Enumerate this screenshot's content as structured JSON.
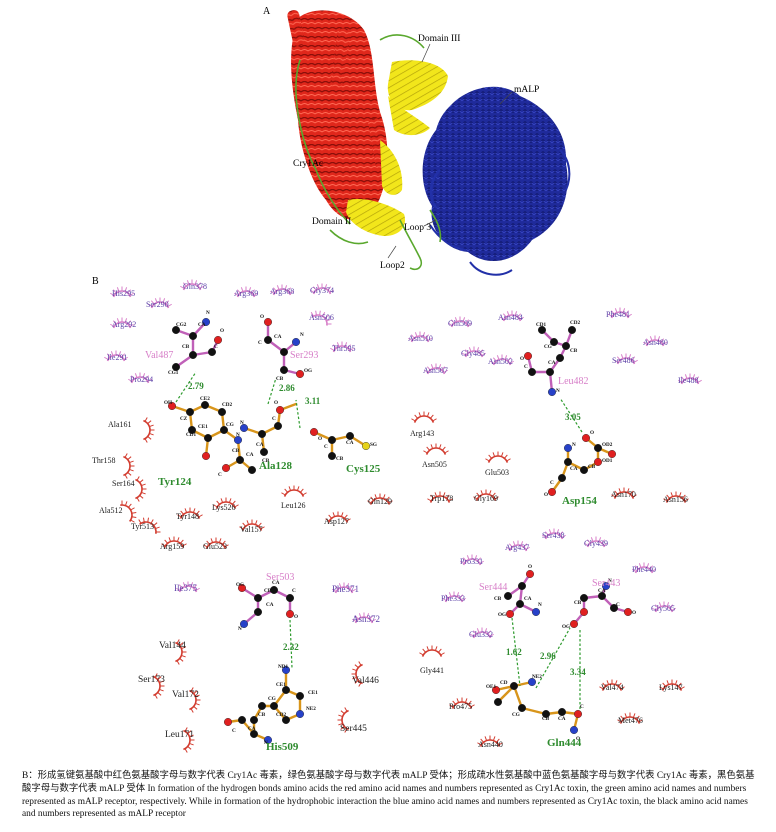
{
  "figure": {
    "panel_a": {
      "label": "A",
      "labels": [
        {
          "key": "domain3",
          "text": "Domain III"
        },
        {
          "key": "malp",
          "text": "mALP"
        },
        {
          "key": "cry1ac",
          "text": "Cry1Ac"
        },
        {
          "key": "domain2",
          "text": "Domain II"
        },
        {
          "key": "loop3",
          "text": "Loop 3"
        },
        {
          "key": "loop2",
          "text": "Loop2"
        }
      ]
    },
    "panel_b": {
      "label": "B",
      "subpanels": [
        {
          "id": "tl",
          "residues": [
            {
              "text": "His295",
              "color": "#5a3fa6"
            },
            {
              "text": "Gln378",
              "color": "#5a3fa6"
            },
            {
              "text": "Arg369",
              "color": "#5a3fa6"
            },
            {
              "text": "Arg368",
              "color": "#5a3fa6"
            },
            {
              "text": "Gly374",
              "color": "#5a3fa6"
            },
            {
              "text": "Ser290",
              "color": "#5a3fa6"
            },
            {
              "text": "Asn506",
              "color": "#5a3fa6"
            },
            {
              "text": "Arg292",
              "color": "#5a3fa6"
            },
            {
              "text": "Thr595",
              "color": "#5a3fa6"
            },
            {
              "text": "Ile291",
              "color": "#5a3fa6"
            },
            {
              "text": "Pro294",
              "color": "#5a3fa6"
            },
            {
              "text": "Val487",
              "color": "#d77fc8"
            },
            {
              "text": "Ser293",
              "color": "#d77fc8"
            },
            {
              "text": "Ala161",
              "color": "#222222"
            },
            {
              "text": "Thr158",
              "color": "#222222"
            },
            {
              "text": "Ser164",
              "color": "#222222"
            },
            {
              "text": "Ala512",
              "color": "#222222"
            },
            {
              "text": "Tyr513",
              "color": "#222222"
            },
            {
              "text": "Tyr148",
              "color": "#222222"
            },
            {
              "text": "Lys526",
              "color": "#222222"
            },
            {
              "text": "Arg159",
              "color": "#222222"
            },
            {
              "text": "Glu523",
              "color": "#222222"
            },
            {
              "text": "Val157",
              "color": "#222222"
            },
            {
              "text": "Leu126",
              "color": "#222222"
            },
            {
              "text": "Asp127",
              "color": "#222222"
            },
            {
              "text": "Gln129",
              "color": "#222222"
            },
            {
              "text": "Tyr124",
              "color": "#2e8b2e"
            },
            {
              "text": "Ala128",
              "color": "#2e8b2e"
            },
            {
              "text": "Cys125",
              "color": "#2e8b2e"
            }
          ],
          "distances": [
            "2.79",
            "2.86",
            "3.11"
          ]
        },
        {
          "id": "tr",
          "residues": [
            {
              "text": "Gln509",
              "color": "#5a3fa6"
            },
            {
              "text": "Asn484",
              "color": "#5a3fa6"
            },
            {
              "text": "Phe481",
              "color": "#5a3fa6"
            },
            {
              "text": "Asn510",
              "color": "#5a3fa6"
            },
            {
              "text": "Gly485",
              "color": "#5a3fa6"
            },
            {
              "text": "Asn480",
              "color": "#5a3fa6"
            },
            {
              "text": "Ser486",
              "color": "#5a3fa6"
            },
            {
              "text": "Asn507",
              "color": "#5a3fa6"
            },
            {
              "text": "Asn502",
              "color": "#5a3fa6"
            },
            {
              "text": "Ile488",
              "color": "#5a3fa6"
            },
            {
              "text": "Leu482",
              "color": "#d77fc8"
            },
            {
              "text": "Arg143",
              "color": "#222222"
            },
            {
              "text": "Asn505",
              "color": "#222222"
            },
            {
              "text": "Glu503",
              "color": "#222222"
            },
            {
              "text": "Trp178",
              "color": "#222222"
            },
            {
              "text": "Gly169",
              "color": "#222222"
            },
            {
              "text": "Asn170",
              "color": "#222222"
            },
            {
              "text": "Asn156",
              "color": "#222222"
            },
            {
              "text": "Asp154",
              "color": "#2e8b2e"
            }
          ],
          "distances": [
            "3.05"
          ]
        },
        {
          "id": "bl",
          "residues": [
            {
              "text": "Ile375",
              "color": "#5a3fa6"
            },
            {
              "text": "Phe371",
              "color": "#5a3fa6"
            },
            {
              "text": "Asn372",
              "color": "#5a3fa6"
            },
            {
              "text": "Ser503",
              "color": "#d77fc8"
            },
            {
              "text": "Val144",
              "color": "#222222"
            },
            {
              "text": "Ser173",
              "color": "#222222"
            },
            {
              "text": "Val172",
              "color": "#222222"
            },
            {
              "text": "Leu171",
              "color": "#222222"
            },
            {
              "text": "Val446",
              "color": "#222222"
            },
            {
              "text": "Ser445",
              "color": "#222222"
            },
            {
              "text": "His509",
              "color": "#2e8b2e"
            }
          ],
          "distances": [
            "2.32"
          ]
        },
        {
          "id": "br",
          "residues": [
            {
              "text": "Ser438",
              "color": "#5a3fa6"
            },
            {
              "text": "Arg437",
              "color": "#5a3fa6"
            },
            {
              "text": "Gly439",
              "color": "#5a3fa6"
            },
            {
              "text": "Pro331",
              "color": "#5a3fa6"
            },
            {
              "text": "Phe440",
              "color": "#5a3fa6"
            },
            {
              "text": "Phe333",
              "color": "#5a3fa6"
            },
            {
              "text": "Gly505",
              "color": "#5a3fa6"
            },
            {
              "text": "Glu332",
              "color": "#5a3fa6"
            },
            {
              "text": "Ser444",
              "color": "#d77fc8"
            },
            {
              "text": "Ser443",
              "color": "#d77fc8"
            },
            {
              "text": "Gly441",
              "color": "#222222"
            },
            {
              "text": "Val474",
              "color": "#222222"
            },
            {
              "text": "Lys147",
              "color": "#222222"
            },
            {
              "text": "Pro475",
              "color": "#222222"
            },
            {
              "text": "Met476",
              "color": "#222222"
            },
            {
              "text": "Asn440",
              "color": "#222222"
            },
            {
              "text": "Gln444",
              "color": "#2e8b2e"
            }
          ],
          "distances": [
            "1.62",
            "2.96",
            "3.34"
          ]
        }
      ]
    },
    "caption": {
      "line_cn": "B：形成氢键氨基酸中红色氨基酸字母与数字代表 Cry1Ac 毒素，绿色氨基酸字母与数字代表 mALP 受体；形成疏水性氨基酸中蓝色氨基酸字母与数字代表 Cry1Ac 毒素，黑色氨基酸字母与数字代表 mALP 受体",
      "line_en": "In formation of the hydrogen bonds amino acids the red amino acid names and numbers represented as Cry1Ac toxin, the green amino acid names and numbers represented as mALP receptor, respectively. While in formation of the hydrophobic interaction the blue amino acid names and numbers represented as Cry1Ac toxin, the black amino acid names and numbers represented as mALP receptor"
    }
  }
}
